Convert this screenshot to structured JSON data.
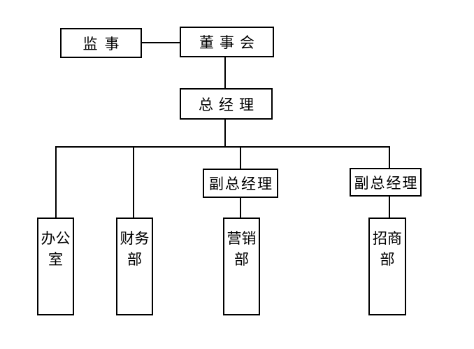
{
  "diagram": {
    "type": "organization-chart",
    "background_color": "#ffffff",
    "line_color": "#000000",
    "nodes": {
      "supervisor": "监事",
      "board": "董事会",
      "general_manager": "总经理",
      "deputy_gm_left": "副总经理",
      "deputy_gm_right": "副总经理",
      "office": "办公室",
      "finance": "财务部",
      "marketing": "营销部",
      "investment": "招商部"
    }
  }
}
